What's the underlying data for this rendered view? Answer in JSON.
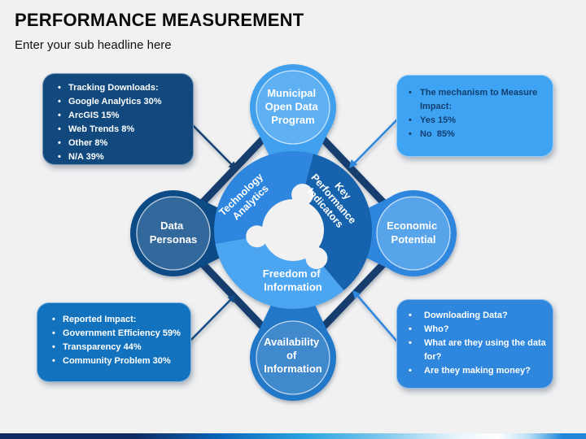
{
  "slide": {
    "title": "PERFORMANCE MEASUREMENT",
    "subtitle": "Enter your sub headline here"
  },
  "callouts": {
    "top_left": {
      "items": [
        "Tracking Downloads:",
        "Google Analytics 30%",
        "ArcGIS 15%",
        "Web Trends 8%",
        "Other 8%",
        "N/A 39%"
      ]
    },
    "top_right": {
      "items": [
        "The mechanism to Measure Impact:",
        "Yes 15%",
        "No  85%"
      ]
    },
    "bottom_left": {
      "items": [
        "Reported Impact:",
        "Government Efficiency 59%",
        "Transparency 44%",
        "Community Problem 30%"
      ]
    },
    "bottom_right": {
      "items": [
        "Downloading Data?",
        "Who?",
        "What are they using the data for?",
        "Are they making money?"
      ]
    }
  },
  "nodes": {
    "top": {
      "label": "Municipal Open Data Program",
      "lines": [
        "Municipal",
        "Open Data",
        "Program"
      ],
      "color": "#3fa0ee",
      "inner_color": "#5fb0f2"
    },
    "left": {
      "label": "Data Personas",
      "lines": [
        "Data",
        "Personas"
      ],
      "color": "#0f4c87",
      "inner_color": "#33689b"
    },
    "right": {
      "label": "Economic Potential",
      "lines": [
        "Economic",
        "Potential"
      ],
      "color": "#2e86de",
      "inner_color": "#58a4ea"
    },
    "bottom": {
      "label": "Availability of Information",
      "lines": [
        "Availability",
        "of",
        "Information"
      ],
      "color": "#2378c8",
      "inner_color": "#4189cd"
    }
  },
  "wheel": {
    "segments": [
      {
        "id": "technology-analytics",
        "lines": [
          "Technology",
          "Analytics"
        ],
        "color": "#2e86de"
      },
      {
        "id": "key-performance-indicators",
        "lines": [
          "Key",
          "Performance",
          "Indicators"
        ],
        "color": "#1262ac"
      },
      {
        "id": "freedom-of-information",
        "lines": [
          "Freedom of",
          "Information"
        ],
        "color": "#4ba5f0"
      }
    ],
    "hole_color": "#f1f1f2"
  },
  "colors": {
    "background": "#f1f1f2",
    "diamond": "#123c6d",
    "arrow_top_left": "#16406f",
    "arrow_top_right": "#2e86de",
    "arrow_bottom_left": "#174f88",
    "arrow_bottom_right": "#2e86de",
    "callout_top_left_bg": "#11497e",
    "callout_top_right_bg": "#3fa3f4",
    "callout_top_right_text": "#123f6e",
    "callout_bottom_left_bg": "#1272bd",
    "callout_bottom_right_bg": "#2e86dd",
    "footer_gradient": [
      "#0e2b62",
      "#0a66bb",
      "#2aa4df",
      "#ffffff",
      "#1f87d8"
    ]
  }
}
